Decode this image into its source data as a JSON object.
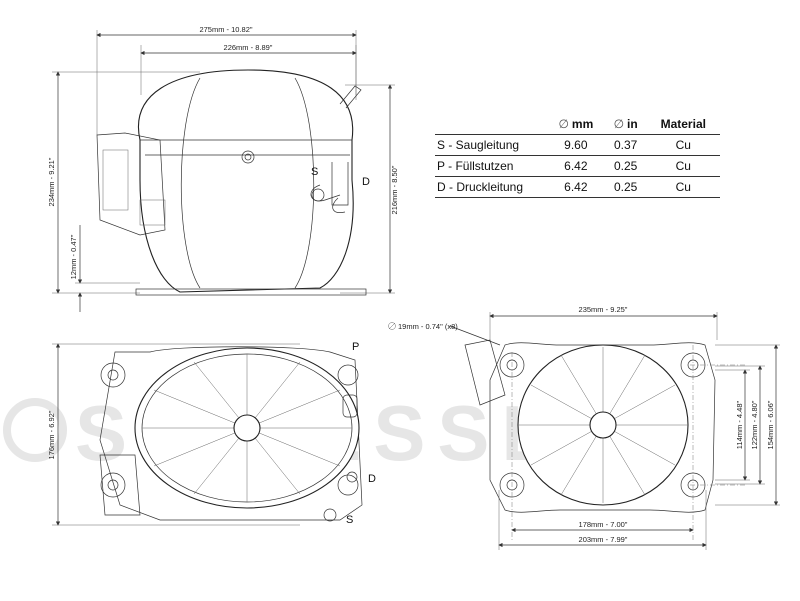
{
  "watermark": "SCHIESSL",
  "table": {
    "headers": {
      "mm": "mm",
      "in": "in",
      "material": "Material"
    },
    "diameter_symbol": "∅",
    "rows": [
      {
        "name": "S - Saugleitung",
        "mm": "9.60",
        "in": "0.37",
        "material": "Cu"
      },
      {
        "name": "P - Füllstutzen",
        "mm": "6.42",
        "in": "0.25",
        "material": "Cu"
      },
      {
        "name": "D - Druckleitung",
        "mm": "6.42",
        "in": "0.25",
        "material": "Cu"
      }
    ]
  },
  "side_view": {
    "dims": {
      "overall_width": "275mm - 10.82\"",
      "body_width": "226mm - 8.89\"",
      "overall_height": "234mm - 9.21\"",
      "body_height": "216mm - 8.50\"",
      "foot_height": "12mm - 0.47\""
    },
    "labels": {
      "s": "S",
      "d": "D"
    }
  },
  "top_view": {
    "dims": {
      "depth": "176mm - 6.92\""
    },
    "labels": {
      "p": "P",
      "d": "D",
      "s": "S"
    }
  },
  "base_view": {
    "dims": {
      "width": "235mm - 9.25\"",
      "hole": "19mm - 0.74\" (x8)",
      "hole_spacing_1": "114mm - 4.48\"",
      "hole_spacing_2": "122mm - 4.80\"",
      "hole_spacing_3": "154mm - 6.06\"",
      "spacing_178": "178mm - 7.00\"",
      "spacing_203": "203mm - 7.99\""
    }
  }
}
